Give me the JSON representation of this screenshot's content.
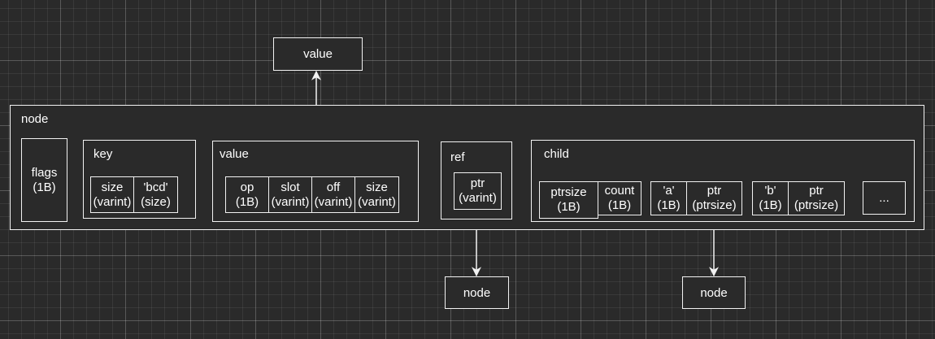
{
  "top_value": "value",
  "node": {
    "label": "node",
    "flags": {
      "name": "flags",
      "size": "(1B)"
    },
    "key": {
      "label": "key",
      "cells": [
        {
          "name": "size",
          "type": "(varint)"
        },
        {
          "name": "'bcd'",
          "type": "(size)"
        }
      ]
    },
    "value": {
      "label": "value",
      "cells": [
        {
          "name": "op",
          "type": "(1B)"
        },
        {
          "name": "slot",
          "type": "(varint)"
        },
        {
          "name": "off",
          "type": "(varint)"
        },
        {
          "name": "size",
          "type": "(varint)"
        }
      ]
    },
    "ref": {
      "label": "ref",
      "ptr": {
        "name": "ptr",
        "type": "(varint)"
      }
    },
    "child": {
      "label": "child",
      "ptrsize": {
        "name": "ptrsize",
        "type": "(1B)"
      },
      "count": {
        "name": "count",
        "type": "(1B)"
      },
      "a": {
        "name": "'a'",
        "type": "(1B)"
      },
      "a_ptr": {
        "name": "ptr",
        "type": "(ptrsize)"
      },
      "b": {
        "name": "'b'",
        "type": "(1B)"
      },
      "b_ptr": {
        "name": "ptr",
        "type": "(ptrsize)"
      },
      "more": "..."
    }
  },
  "ref_target": "node",
  "child_target": "node",
  "colors": {
    "background": "#2a2a2a",
    "stroke": "#f2f2f2",
    "text": "#ffffff"
  }
}
